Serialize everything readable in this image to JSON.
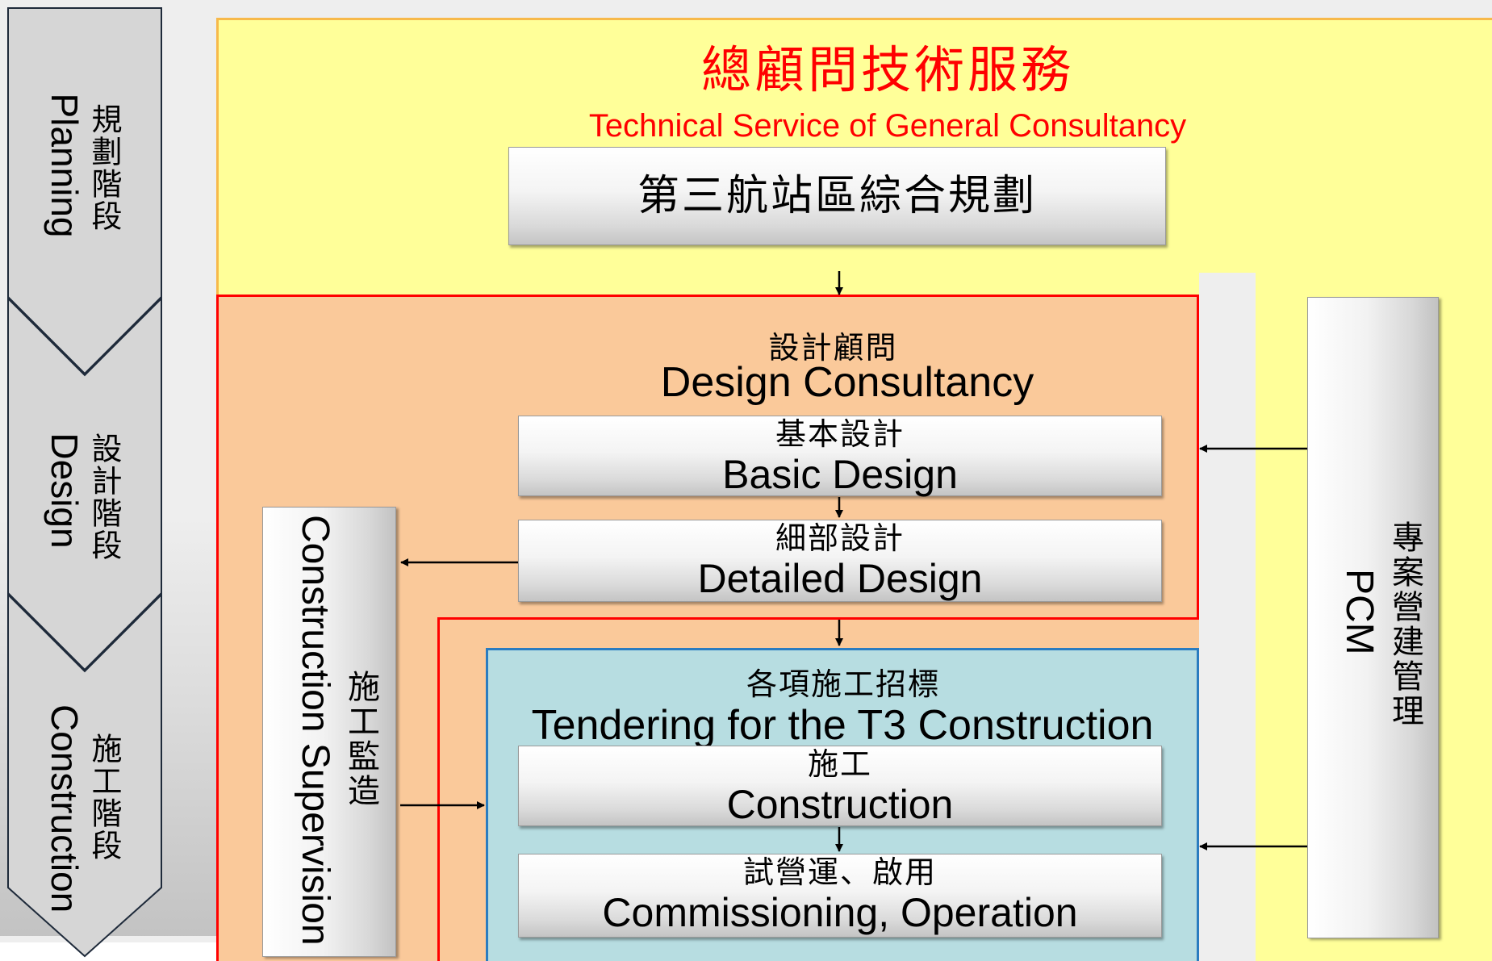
{
  "phases": [
    {
      "en": "Planning",
      "zh": "規劃階段"
    },
    {
      "en": "Design",
      "zh": "設計階段"
    },
    {
      "en": "Construction",
      "zh": "施工階段"
    }
  ],
  "general_consultancy": {
    "title_zh": "總顧問技術服務",
    "title_en": "Technical Service of General Consultancy",
    "box": "第三航站區綜合規劃"
  },
  "design_consultancy": {
    "title_zh": "設計顧問",
    "title_en": "Design Consultancy",
    "basic_zh": "基本設計",
    "basic_en": "Basic Design",
    "detailed_zh": "細部設計",
    "detailed_en": "Detailed Design"
  },
  "construction_supervision": {
    "zh": "施工監造",
    "en": "Construction Supervision"
  },
  "tendering": {
    "title_zh": "各項施工招標",
    "title_en": "Tendering for the T3 Construction",
    "construction_zh": "施工",
    "construction_en": "Construction",
    "commissioning_zh": "試營運、啟用",
    "commissioning_en": "Commissioning, Operation"
  },
  "pcm": {
    "en": "PCM",
    "zh": "專案營建管理"
  },
  "colors": {
    "gc_bg": "#ffff99",
    "design_bg": "#fac99a",
    "design_border": "#ff0000",
    "tender_bg": "#b7dde1",
    "tender_border": "#2a7cc0",
    "title_red": "#ff0000"
  }
}
